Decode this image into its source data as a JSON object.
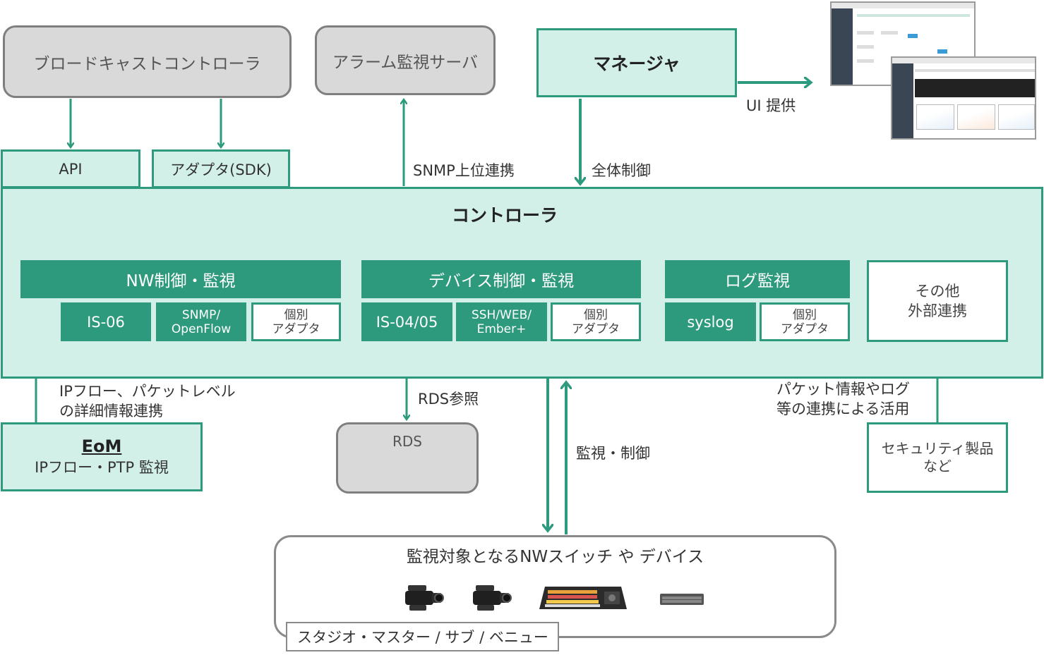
{
  "top": {
    "broadcast_controller": "ブロードキャストコントローラ",
    "alarm_server": "アラーム監視サーバ",
    "manager": "マネージャ"
  },
  "interfaces": {
    "api": "API",
    "adapter_sdk": "アダプタ(SDK)"
  },
  "links": {
    "snmp_upper": "SNMP上位連携",
    "overall_control": "全体制御",
    "ui_provide": "UI 提供",
    "ip_flow_line1": "IPフロー、パケットレベル",
    "ip_flow_line2": "の詳細情報連携",
    "rds_ref": "RDS参照",
    "monitor_control": "監視・制御",
    "packet_line1": "パケット情報やログ",
    "packet_line2": "等の連携による活用"
  },
  "controller": {
    "title": "コントローラ",
    "nw": {
      "header": "NW制御・監視",
      "is06": "IS-06",
      "snmp_line1": "SNMP/",
      "snmp_line2": "OpenFlow",
      "adapter_line1": "個別",
      "adapter_line2": "アダプタ"
    },
    "device": {
      "header": "デバイス制御・監視",
      "is04": "IS-04/05",
      "ssh_line1": "SSH/WEB/",
      "ssh_line2": "Ember+",
      "adapter_line1": "個別",
      "adapter_line2": "アダプタ"
    },
    "log": {
      "header": "ログ監視",
      "syslog": "syslog",
      "adapter_line1": "個別",
      "adapter_line2": "アダプタ"
    },
    "other": {
      "line1": "その他",
      "line2": "外部連携"
    }
  },
  "bottom": {
    "eom_title": "EoM",
    "eom_sub": "IPフロー・PTP 監視",
    "rds": "RDS",
    "security_line1": "セキュリティ製品",
    "security_line2": "など",
    "targets_title": "監視対象となるNWスイッチ や デバイス",
    "studio_label": "スタジオ・マスター / サブ / ベニュー"
  },
  "icons": [
    "camera-icon",
    "camera-icon",
    "switcher-panel-icon",
    "network-switch-icon"
  ],
  "colors": {
    "teal": "#2e9a7d",
    "mint": "#d3f0e8",
    "gray": "#d9d9d9",
    "gray_border": "#7f7f7f"
  }
}
